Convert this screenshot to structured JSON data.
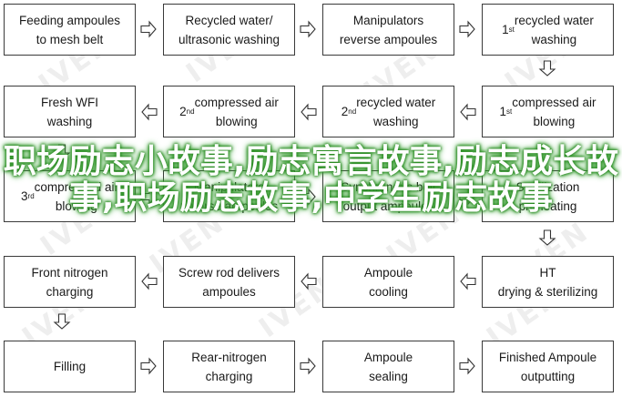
{
  "watermark": "IVEN",
  "overlay_caption": "职场励志小故事,励志寓言故事,励志成长故事,职场励志故事,中学生励志故事",
  "steps": {
    "feeding": "Feeding ampoules\nto mesh belt",
    "recycled_ultrasonic": "Recycled water/\nultrasonic washing",
    "manipulators": "Manipulators\nreverse ampoules",
    "first_recycled": "1st recycled water\nwashing",
    "first_compressed": "1st compressed air\nblowing",
    "second_recycled": "2nd recycled water\nwashing",
    "second_compressed": "2nd compressed air\nblowing",
    "fresh_wfi": "Fresh WFI\nwashing",
    "third_compressed": "3rd compressed air\nblowing",
    "manipulators_reverse": "Manipulators\nreverse ampoules",
    "synchronous": "Synchronous belt\noutput ampoules",
    "sterilization": "Sterilization\npreheating",
    "ht_drying": "HT\ndrying & sterilizing",
    "ampoule_cooling": "Ampoule\ncooling",
    "screw_rod": "Screw rod delivers\nampoules",
    "front_nitrogen": "Front nitrogen\ncharging",
    "filling": "Filling",
    "rear_nitrogen": "Rear-nitrogen\ncharging",
    "ampoule_sealing": "Ampoule\nsealing",
    "finished": "Finished Ampoule\noutputting"
  }
}
